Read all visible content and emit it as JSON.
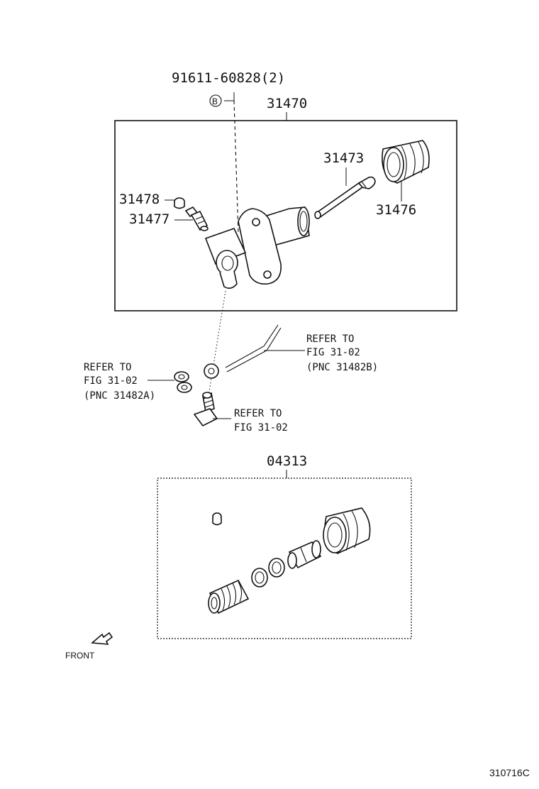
{
  "labels": {
    "bolt_ref": "91611-60828(2)",
    "bolt_marker": "B",
    "assembly": "31470",
    "rod": "31473",
    "boot": "31476",
    "cap": "31478",
    "bleeder": "31477",
    "kit": "04313",
    "refer_right": [
      "REFER TO",
      "FIG 31-02",
      "(PNC 31482B)"
    ],
    "refer_left": [
      "REFER TO",
      "FIG 31-02",
      "(PNC 31482A)"
    ],
    "refer_bottom": [
      "REFER TO",
      "FIG 31-02"
    ],
    "front": "FRONT",
    "figure_code": "310716C"
  }
}
